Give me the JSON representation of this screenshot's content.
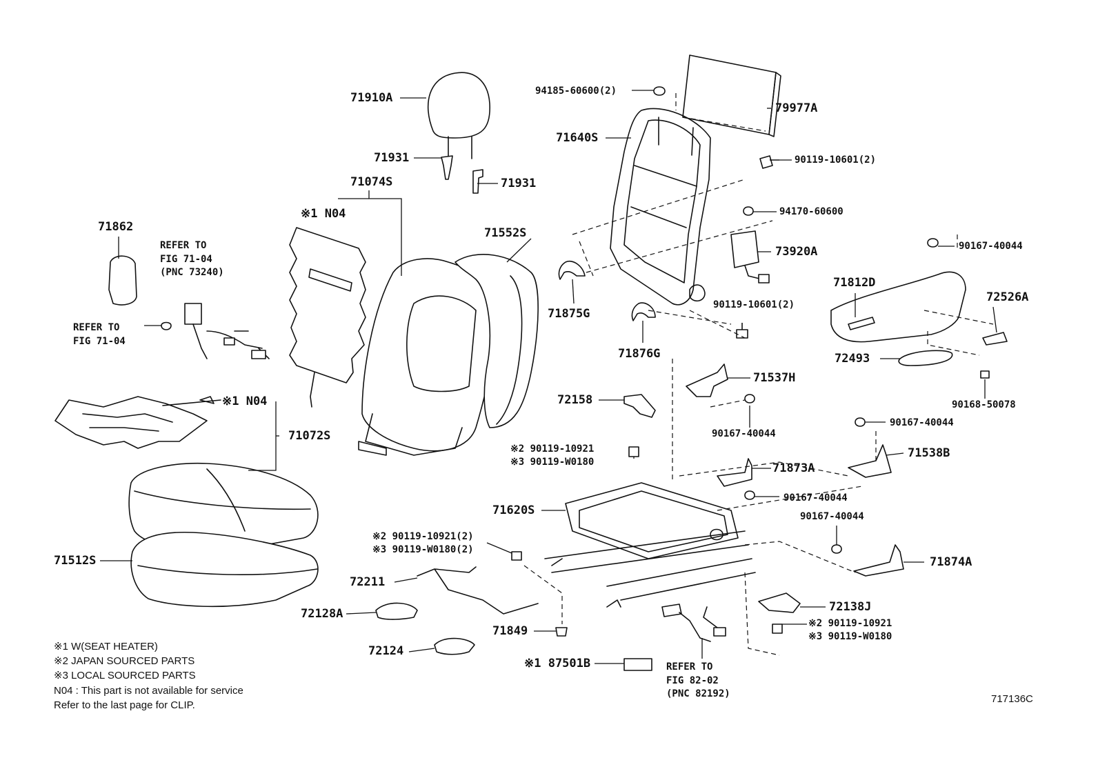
{
  "diagram": {
    "part_labels": [
      {
        "id": "71910A",
        "text": "71910A"
      },
      {
        "id": "71931a",
        "text": "71931"
      },
      {
        "id": "71931b",
        "text": "71931"
      },
      {
        "id": "71074S",
        "text": "71074S"
      },
      {
        "id": "n04a",
        "text": "※1 N04"
      },
      {
        "id": "71862",
        "text": "71862"
      },
      {
        "id": "refer1",
        "text": "REFER TO\nFIG 71-04\n(PNC 73240)"
      },
      {
        "id": "refer2",
        "text": "REFER TO\nFIG 71-04"
      },
      {
        "id": "71552S",
        "text": "71552S"
      },
      {
        "id": "n04b",
        "text": "※1 N04"
      },
      {
        "id": "71072S",
        "text": "71072S"
      },
      {
        "id": "71512S",
        "text": "71512S"
      },
      {
        "id": "94185",
        "text": "94185-60600(2)"
      },
      {
        "id": "79977A",
        "text": "79977A"
      },
      {
        "id": "71640S",
        "text": "71640S"
      },
      {
        "id": "90119a",
        "text": "90119-10601(2)"
      },
      {
        "id": "94170",
        "text": "94170-60600"
      },
      {
        "id": "73920A",
        "text": "73920A"
      },
      {
        "id": "90167a",
        "text": "90167-40044"
      },
      {
        "id": "71812D",
        "text": "71812D"
      },
      {
        "id": "72526A",
        "text": "72526A"
      },
      {
        "id": "71875G",
        "text": "71875G"
      },
      {
        "id": "90119b",
        "text": "90119-10601(2)"
      },
      {
        "id": "71876G",
        "text": "71876G"
      },
      {
        "id": "72493",
        "text": "72493"
      },
      {
        "id": "90168",
        "text": "90168-50078"
      },
      {
        "id": "71537H",
        "text": "71537H"
      },
      {
        "id": "72158",
        "text": "72158"
      },
      {
        "id": "90167b",
        "text": "90167-40044"
      },
      {
        "id": "90167c",
        "text": "90167-40044"
      },
      {
        "id": "71538B",
        "text": "71538B"
      },
      {
        "id": "bolt2a",
        "text": "※2 90119-10921\n※3 90119-W0180"
      },
      {
        "id": "71873A",
        "text": "71873A"
      },
      {
        "id": "90167d",
        "text": "90167-40044"
      },
      {
        "id": "71620S",
        "text": "71620S"
      },
      {
        "id": "90167e",
        "text": "90167-40044"
      },
      {
        "id": "bolt2b",
        "text": "※2 90119-10921(2)\n※3 90119-W0180(2)"
      },
      {
        "id": "71874A",
        "text": "71874A"
      },
      {
        "id": "72211",
        "text": "72211"
      },
      {
        "id": "72128A",
        "text": "72128A"
      },
      {
        "id": "72138J",
        "text": "72138J"
      },
      {
        "id": "bolt2c",
        "text": "※2 90119-10921\n※3 90119-W0180"
      },
      {
        "id": "71849",
        "text": "71849"
      },
      {
        "id": "72124",
        "text": "72124"
      },
      {
        "id": "87501B",
        "text": "※1 87501B"
      },
      {
        "id": "refer3",
        "text": "REFER TO\nFIG 82-02\n(PNC 82192)"
      }
    ],
    "notes": [
      "※1 W(SEAT HEATER)",
      "※2 JAPAN SOURCED PARTS",
      "※3 LOCAL SOURCED PARTS",
      "N04 : This part is not available for service",
      "Refer to the last page for CLIP."
    ],
    "figure_code": "717136C"
  }
}
